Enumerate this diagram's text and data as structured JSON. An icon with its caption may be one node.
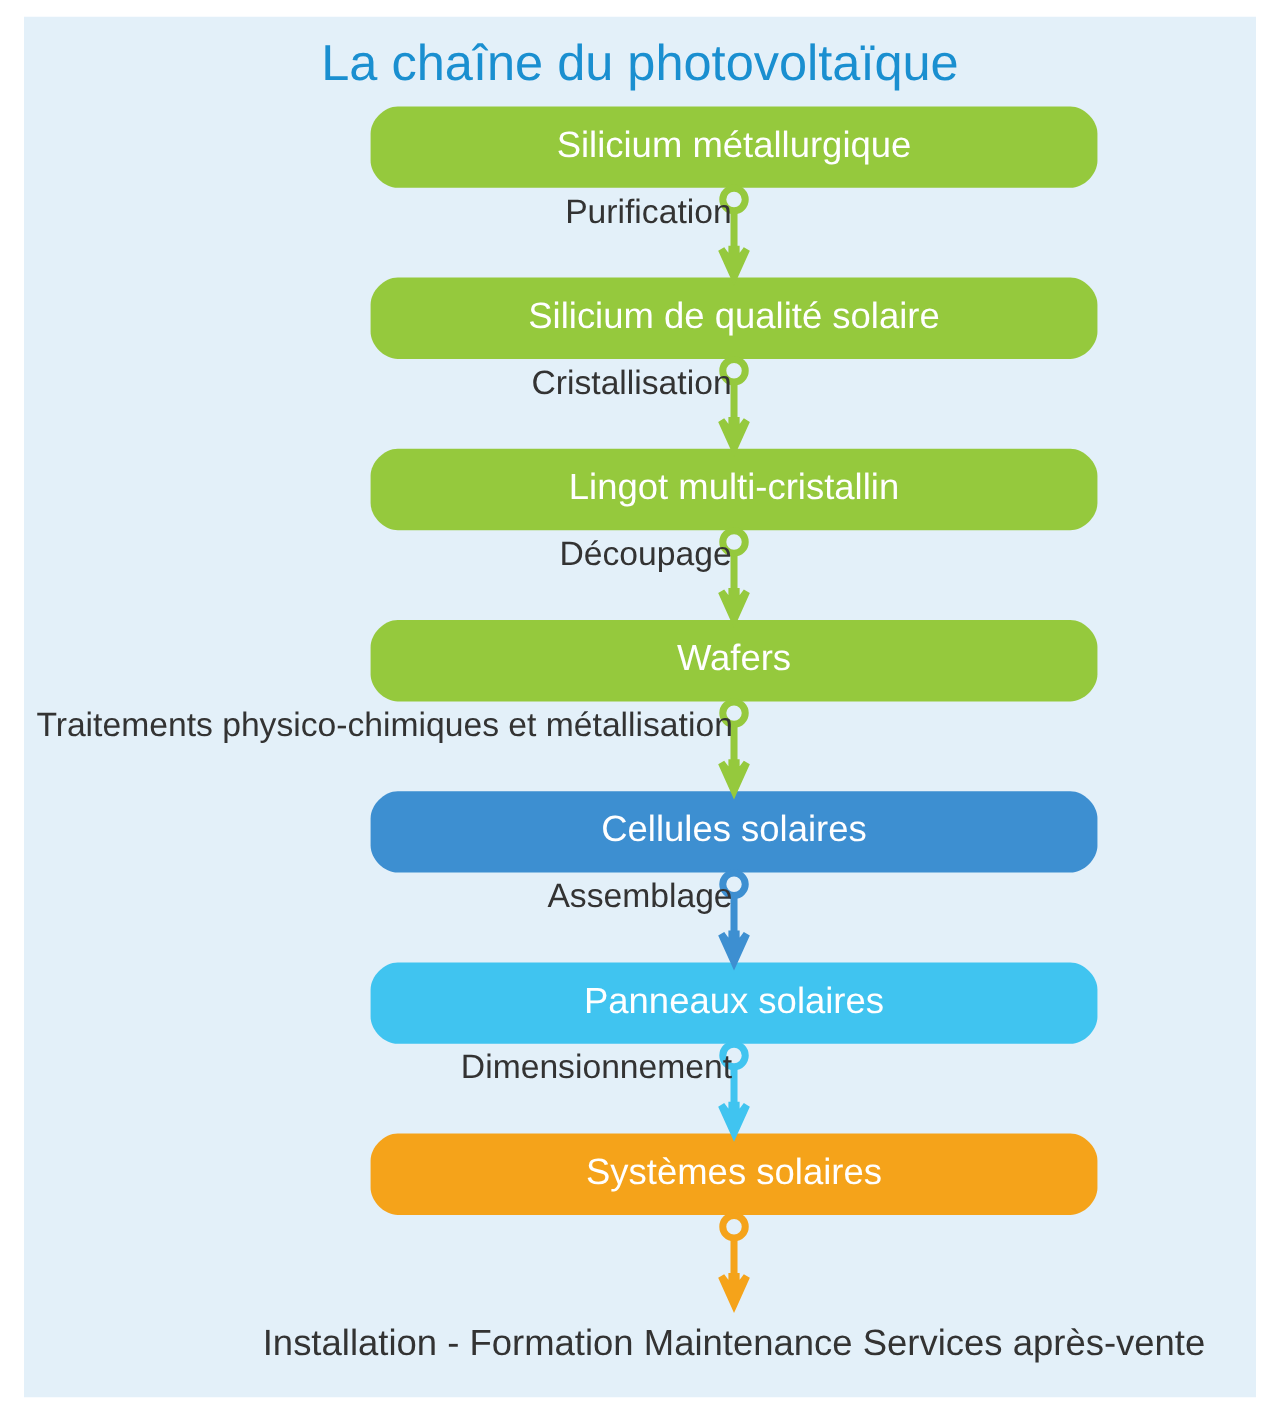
{
  "diagram": {
    "title": "La chaîne du photovoltaïque",
    "nodes": [
      {
        "text": [
          "Silicium métallurgique"
        ]
      },
      {
        "text": [
          "Silicium de qualité solaire"
        ]
      },
      {
        "text": [
          "Lingot multi-cristallin"
        ]
      },
      {
        "text": [
          "Wafers"
        ]
      },
      {
        "text": [
          "Cellules solaires"
        ]
      },
      {
        "text": [
          "Panneaux solaires"
        ]
      },
      {
        "text": [
          "Systèmes solaires"
        ]
      },
      {
        "text": [
          "Installation - Formation Maintenance Services après-vente"
        ]
      }
    ],
    "edges": [
      {
        "from": 0,
        "to": 1,
        "arrow": "to",
        "label": "Purification"
      },
      {
        "from": 1,
        "to": 2,
        "arrow": "to",
        "label": "Cristallisation"
      },
      {
        "from": 2,
        "to": 3,
        "arrow": "to",
        "label": "Découpage"
      },
      {
        "from": 3,
        "to": 4,
        "arrow": "to",
        "label": "Traitements physico-chimiques et métallisation"
      },
      {
        "from": 4,
        "to": 5,
        "arrow": "to",
        "label": "Assemblage",
        "color": "#3d8fd1"
      },
      {
        "from": 5,
        "to": 6,
        "arrow": "to",
        "label": "Dimensionnement",
        "color": "#40c4f0"
      },
      {
        "from": 6,
        "to": 7,
        "arrow": "to",
        "color": "#f5a31a"
      }
    ]
  }
}
